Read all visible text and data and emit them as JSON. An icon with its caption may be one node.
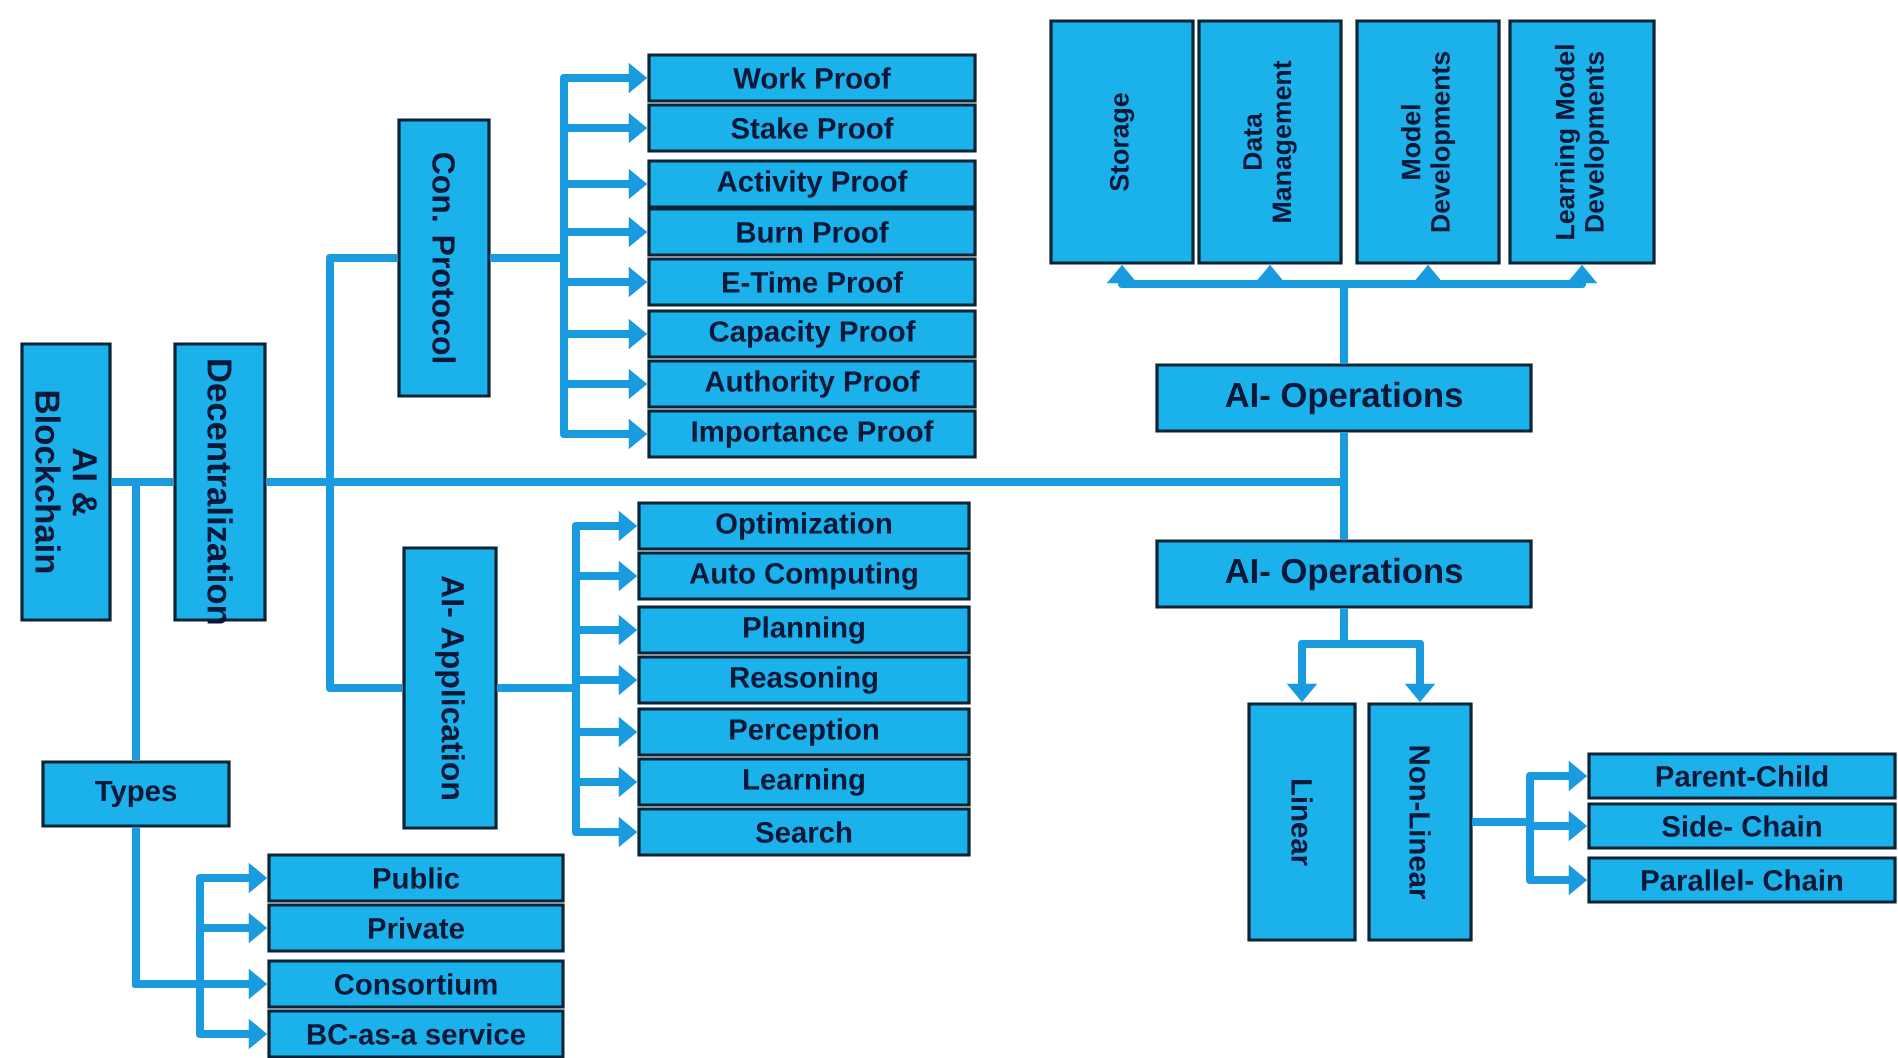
{
  "diagram": {
    "nodes": [
      {
        "text": [
          "AI & Blockchain"
        ]
      },
      {
        "text": [
          "Decentralization"
        ]
      },
      {
        "text": [
          "Con. Protocol"
        ]
      },
      {
        "text": [
          "AI- Application"
        ]
      },
      {
        "text": [
          "Types"
        ]
      },
      {
        "text": [
          "Work Proof"
        ]
      },
      {
        "text": [
          "Stake Proof"
        ]
      },
      {
        "text": [
          "Activity Proof"
        ]
      },
      {
        "text": [
          "Burn Proof"
        ]
      },
      {
        "text": [
          "E-Time Proof"
        ]
      },
      {
        "text": [
          "Capacity Proof"
        ]
      },
      {
        "text": [
          "Authority Proof"
        ]
      },
      {
        "text": [
          "Importance Proof"
        ]
      },
      {
        "text": [
          "Optimization"
        ]
      },
      {
        "text": [
          "Auto Computing"
        ]
      },
      {
        "text": [
          "Planning"
        ]
      },
      {
        "text": [
          "Reasoning"
        ]
      },
      {
        "text": [
          "Perception"
        ]
      },
      {
        "text": [
          "Learning"
        ]
      },
      {
        "text": [
          "Search"
        ]
      },
      {
        "text": [
          "Public"
        ]
      },
      {
        "text": [
          "Private"
        ]
      },
      {
        "text": [
          "Consortium"
        ]
      },
      {
        "text": [
          "BC-as-a service"
        ]
      },
      {
        "text": [
          "Storage"
        ]
      },
      {
        "text": [
          "Data Management"
        ]
      },
      {
        "text": [
          "Model Developments"
        ]
      },
      {
        "text": [
          "Learning Model Developments"
        ]
      },
      {
        "text": [
          "AI- Operations"
        ]
      },
      {
        "text": [
          "AI- Operations"
        ]
      },
      {
        "text": [
          "Linear"
        ]
      },
      {
        "text": [
          "Non-Linear"
        ]
      },
      {
        "text": [
          "Parent-Child"
        ]
      },
      {
        "text": [
          "Side- Chain"
        ]
      },
      {
        "text": [
          "Parallel- Chain"
        ]
      }
    ],
    "edges": [
      {
        "from": 0,
        "to": 1,
        "arrow": "none"
      },
      {
        "from": 0,
        "to": 4,
        "arrow": "none"
      },
      {
        "from": 1,
        "to": 2,
        "arrow": "none"
      },
      {
        "from": 1,
        "to": 3,
        "arrow": "none"
      },
      {
        "from": 1,
        "to": 28,
        "arrow": "none"
      },
      {
        "from": 1,
        "to": 29,
        "arrow": "none"
      },
      {
        "from": 2,
        "to": 5,
        "arrow": "to"
      },
      {
        "from": 2,
        "to": 6,
        "arrow": "to"
      },
      {
        "from": 2,
        "to": 7,
        "arrow": "to"
      },
      {
        "from": 2,
        "to": 8,
        "arrow": "to"
      },
      {
        "from": 2,
        "to": 9,
        "arrow": "to"
      },
      {
        "from": 2,
        "to": 10,
        "arrow": "to"
      },
      {
        "from": 2,
        "to": 11,
        "arrow": "to"
      },
      {
        "from": 2,
        "to": 12,
        "arrow": "to"
      },
      {
        "from": 3,
        "to": 13,
        "arrow": "to"
      },
      {
        "from": 3,
        "to": 14,
        "arrow": "to"
      },
      {
        "from": 3,
        "to": 15,
        "arrow": "to"
      },
      {
        "from": 3,
        "to": 16,
        "arrow": "to"
      },
      {
        "from": 3,
        "to": 17,
        "arrow": "to"
      },
      {
        "from": 3,
        "to": 18,
        "arrow": "to"
      },
      {
        "from": 3,
        "to": 19,
        "arrow": "to"
      },
      {
        "from": 4,
        "to": 20,
        "arrow": "to"
      },
      {
        "from": 4,
        "to": 21,
        "arrow": "to"
      },
      {
        "from": 4,
        "to": 22,
        "arrow": "to"
      },
      {
        "from": 4,
        "to": 23,
        "arrow": "to"
      },
      {
        "from": 28,
        "to": 24,
        "arrow": "to"
      },
      {
        "from": 28,
        "to": 25,
        "arrow": "to"
      },
      {
        "from": 28,
        "to": 26,
        "arrow": "to"
      },
      {
        "from": 28,
        "to": 27,
        "arrow": "to"
      },
      {
        "from": 29,
        "to": 30,
        "arrow": "to"
      },
      {
        "from": 29,
        "to": 31,
        "arrow": "to"
      },
      {
        "from": 31,
        "to": 32,
        "arrow": "to"
      },
      {
        "from": 31,
        "to": 33,
        "arrow": "to"
      },
      {
        "from": 31,
        "to": 34,
        "arrow": "to"
      }
    ]
  }
}
